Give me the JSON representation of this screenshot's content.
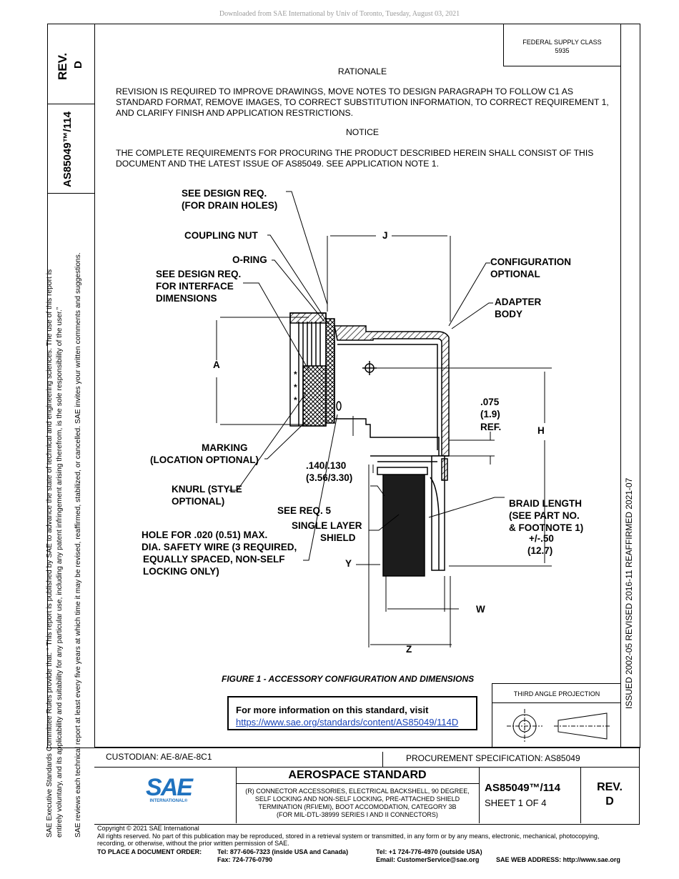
{
  "watermark": "Downloaded from SAE International by Univ of Toronto, Tuesday, August 03, 2021",
  "left_column": {
    "rev_label": "REV.",
    "rev_value": "D",
    "doc_number": "AS85049™/114",
    "sidebar_line1": "SAE Executive Standards Committee Rules provide that: “ This report is published by SAE to advance the state of technical and engineering sciences. The use of this report is",
    "sidebar_line2": "entirely voluntary, and its applicability and suitability for any particular use, including any patent infringement arising therefrom, is the sole responsibility of the user.”",
    "sidebar_line3": "SAE reviews each technical report at least every five years at which time it may be revised, reaffirmed, stabilized, or cancelled. SAE invites your written comments and suggestions."
  },
  "federal_supply": {
    "label": "FEDERAL SUPPLY CLASS",
    "value": "5935"
  },
  "right_strip": {
    "history": "ISSUED 2002-05     REVISED 2016-11     REAFFIRMED 2021-07"
  },
  "rationale": {
    "heading": "RATIONALE",
    "text": "REVISION IS REQUIRED TO IMPROVE DRAWINGS, MOVE NOTES TO DESIGN PARAGRAPH TO FOLLOW C1 AS STANDARD FORMAT, REMOVE IMAGES, TO CORRECT SUBSTITUTION INFORMATION, TO CORRECT REQUIREMENT 1, AND CLARIFY FINISH AND APPLICATION RESTRICTIONS."
  },
  "notice": {
    "heading": "NOTICE",
    "text": "THE COMPLETE REQUIREMENTS FOR PROCURING THE PRODUCT DESCRIBED HEREIN SHALL CONSIST OF THIS DOCUMENT AND THE LATEST ISSUE OF AS85049. SEE APPLICATION NOTE 1."
  },
  "figure": {
    "caption": "FIGURE 1 - ACCESSORY CONFIGURATION AND DIMENSIONS",
    "callouts": {
      "drain_1": "SEE DESIGN REQ.",
      "drain_2": "(FOR DRAIN HOLES)",
      "coupling_nut": "COUPLING NUT",
      "o_ring": "O-RING",
      "interface_1": "SEE DESIGN REQ.",
      "interface_2": "FOR INTERFACE",
      "interface_3": "DIMENSIONS",
      "config_1": "CONFIGURATION",
      "config_2": "OPTIONAL",
      "adapter_1": "ADAPTER",
      "adapter_2": "BODY",
      "dim_a": "A",
      "dim_j": "J",
      "dim_h": "H",
      "dim_w": "W",
      "dim_z": "Z",
      "dim_y": "Y",
      "ref_1": ".075",
      "ref_2": "(1.9)",
      "ref_3": "REF.",
      "marking_1": "MARKING",
      "marking_2": "(LOCATION OPTIONAL)",
      "dim140_1": ".140/.130",
      "dim140_2": "(3.56/3.30)",
      "knurl_1": "KNURL (STYLE",
      "knurl_2": "OPTIONAL)",
      "see_req5": "SEE REQ. 5",
      "shield_1": "SINGLE LAYER",
      "shield_2": "SHIELD",
      "braid_1": "BRAID LENGTH",
      "braid_2": "(SEE PART NO.",
      "braid_3": "& FOOTNOTE 1)",
      "braid_4": "+/-.50",
      "braid_5": "(12.7)",
      "hole_1": "HOLE FOR .020 (0.51) MAX.",
      "hole_2": "DIA. SAFETY WIRE (3 REQUIRED,",
      "hole_3": "EQUALLY SPACED, NON-SELF",
      "hole_4": "LOCKING ONLY)"
    }
  },
  "info_box": {
    "title": "For more information on this standard, visit",
    "link": "https://www.sae.org/standards/content/AS85049/114D"
  },
  "projection": {
    "label": "THIRD ANGLE PROJECTION"
  },
  "title_block": {
    "custodian": "CUSTODIAN: AE-8/AE-8C1",
    "procurement": "PROCUREMENT SPECIFICATION: AS85049",
    "heading": "AEROSPACE STANDARD",
    "description_1": "(R) CONNECTOR ACCESSORIES, ELECTRICAL BACKSHELL, 90 DEGREE,",
    "description_2": "SELF LOCKING AND NON-SELF LOCKING, PRE-ATTACHED SHIELD",
    "description_3": "TERMINATION (RFI/EMI), BOOT ACCOMODATION, CATEGORY 3B",
    "description_4": "(FOR MIL-DTL-38999 SERIES I AND II CONNECTORS)",
    "doc_number": "AS85049™/114",
    "sheet": "SHEET 1 OF 4",
    "rev_label": "REV.",
    "rev_value": "D",
    "logo_text": "SAE",
    "logo_sub": "INTERNATIONAL®",
    "logo_color": "#1f72bf"
  },
  "footer": {
    "copyright": "Copyright © 2021 SAE International",
    "rights_1": "All rights reserved. No part of this publication may be reproduced, stored in a retrieval system or transmitted, in any form or by any means, electronic, mechanical, photocopying,",
    "rights_2": "recording, or otherwise, without the prior written permission of SAE.",
    "order_label": "TO PLACE A DOCUMENT ORDER:",
    "tel_usa": "Tel: 877-606-7323 (inside USA and Canada)",
    "fax": "Fax: 724-776-0790",
    "tel_outside": "Tel: +1 724-776-4970 (outside USA)",
    "email": "Email: CustomerService@sae.org",
    "web": "SAE WEB ADDRESS: http://www.sae.org"
  }
}
